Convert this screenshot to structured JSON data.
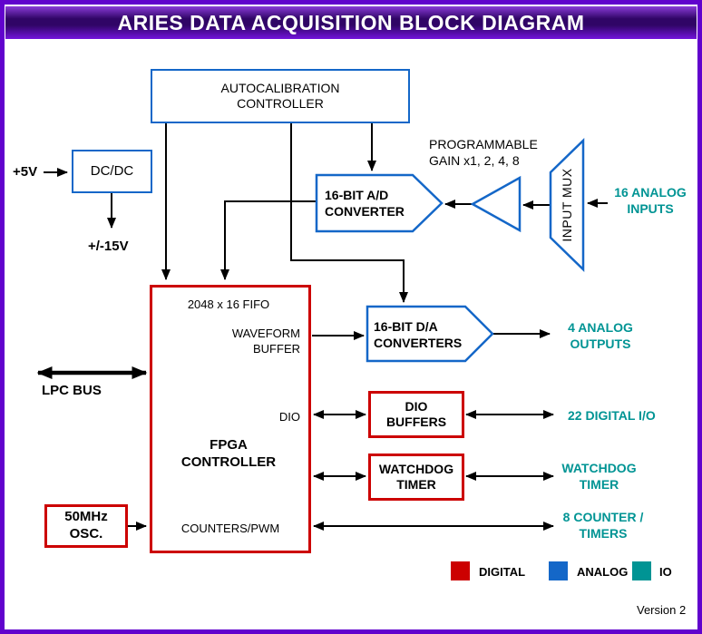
{
  "title": "ARIES DATA ACQUISITION BLOCK DIAGRAM",
  "colors": {
    "digital": "#cc0000",
    "analog": "#1467c8",
    "io": "#009494",
    "frame": "#6103cd",
    "titleTop": "#8a3bd9",
    "titleMid": "#300566",
    "titleBottom": "#7313dc"
  },
  "blocks": {
    "autocal": "AUTOCALIBRATION\nCONTROLLER",
    "dcdc": "DC/DC",
    "adc": "16-BIT A/D\nCONVERTER",
    "dac": "16-BIT D/A\nCONVERTERS",
    "input_mux": "INPUT MUX",
    "gain": "PROGRAMMABLE\nGAIN x1, 2, 4, 8",
    "dio_buffers": "DIO\nBUFFERS",
    "watchdog": "WATCHDOG\nTIMER",
    "osc": "50MHz\nOSC."
  },
  "fpga": {
    "fifo": "2048 x 16 FIFO",
    "waveform": "WAVEFORM\nBUFFER",
    "dio": "DIO",
    "name": "FPGA\nCONTROLLER",
    "counters": "COUNTERS/PWM"
  },
  "io_labels": {
    "analog_inputs": "16 ANALOG\nINPUTS",
    "analog_outputs": "4 ANALOG\nOUTPUTS",
    "digital_io": "22 DIGITAL I/O",
    "watchdog": "WATCHDOG\nTIMER",
    "counters": "8 COUNTER /\nTIMERS"
  },
  "power": {
    "in": "+5V",
    "out": "+/-15V",
    "bus": "LPC BUS"
  },
  "legend": {
    "items": [
      {
        "label": "DIGITAL"
      },
      {
        "label": "ANALOG"
      },
      {
        "label": "IO"
      }
    ]
  },
  "version": "Version 2"
}
